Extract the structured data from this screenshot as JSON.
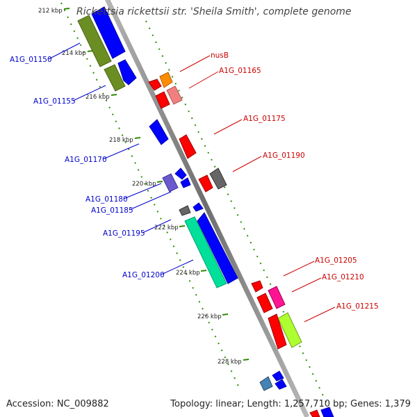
{
  "title": "Rickettsia rickettsii str. 'Sheila Smith', complete genome",
  "footer": {
    "accession": "Accession: NC_009882",
    "summary": "Topology: linear; Length: 1,257,710 bp; Genes: 1,379"
  },
  "ticks": [
    "212 kbp",
    "214 kbp",
    "216 kbp",
    "218 kbp",
    "220 kbp",
    "222 kbp",
    "224 kbp",
    "226 kbp",
    "228 kbp"
  ],
  "labels": {
    "left": [
      "A1G_01150",
      "A1G_01155",
      "A1G_01170",
      "A1G_01180",
      "A1G_01185",
      "A1G_01195",
      "A1G_01200"
    ],
    "right": [
      "nusB",
      "A1G_01165",
      "A1G_01175",
      "A1G_01190",
      "A1G_01205",
      "A1G_01210",
      "A1G_01215"
    ]
  },
  "colors": {
    "left_label": "#0000cc",
    "right_label": "#cc0000",
    "backbone": "#8c8c8c",
    "tick_dash": "#2e8b00",
    "olive": "#6b8e23",
    "blue": "#0000ff",
    "red": "#ff0000",
    "orange": "#ff8c00",
    "salmon": "#f08080",
    "gray": "#666666",
    "purple": "#6a5acd",
    "teal_green": "#00e09a",
    "magenta": "#ff1493",
    "lime": "#adff2f",
    "steelblue": "#4682b4"
  }
}
